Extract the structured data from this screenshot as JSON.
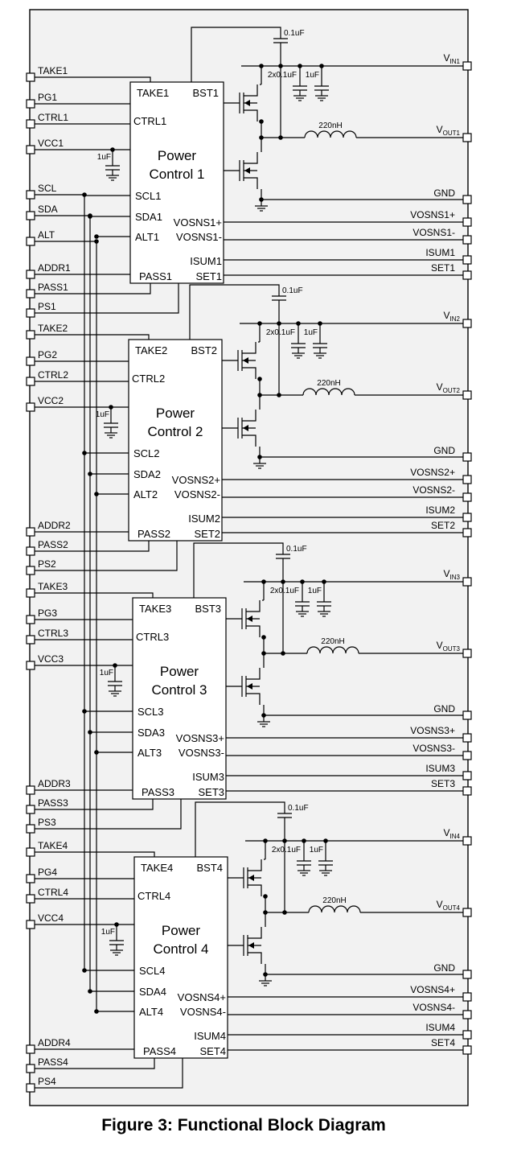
{
  "figure_caption": "Figure 3: Functional Block Diagram",
  "colors": {
    "background": "#f2f2f2",
    "line": "#000000",
    "block_fill": "#ffffff",
    "page": "#ffffff"
  },
  "icons": [
    "pin-box-icon",
    "junction-dot-icon",
    "capacitor-icon",
    "inductor-icon",
    "mosfet-icon",
    "ground-icon"
  ],
  "bus_labels": [
    "SCL",
    "SDA",
    "ALT"
  ],
  "component_values": {
    "boot_cap": "0.1uF",
    "input_caps": "2x0.1uF",
    "input_cap_single": "1uF",
    "vcc_cap": "1uF",
    "inductor": "220nH"
  },
  "channels": [
    {
      "n": "1",
      "block_title_line1": "Power",
      "block_title_line2": "Control 1",
      "ext": {
        "take": "TAKE1",
        "pg": "PG1",
        "ctrl": "CTRL1",
        "vcc": "VCC1",
        "addr": "ADDR1",
        "pass": "PASS1",
        "ps": "PS1"
      },
      "pins": {
        "take": "TAKE1",
        "bst": "BST1",
        "ctrl": "CTRL1",
        "scl": "SCL1",
        "sda": "SDA1",
        "alt": "ALT1",
        "vosnsp": "VOSNS1+",
        "vosnsm": "VOSNS1-",
        "isum": "ISUM1",
        "set": "SET1",
        "pass": "PASS1"
      },
      "out": {
        "vin": "V",
        "vin_sub": "IN1",
        "vout": "V",
        "vout_sub": "OUT1",
        "gnd": "GND",
        "vosnsp": "VOSNS1+",
        "vosnsm": "VOSNS1-",
        "isum": "ISUM1",
        "set": "SET1"
      }
    },
    {
      "n": "2",
      "block_title_line1": "Power",
      "block_title_line2": "Control 2",
      "ext": {
        "take": "TAKE2",
        "pg": "PG2",
        "ctrl": "CTRL2",
        "vcc": "VCC2",
        "addr": "ADDR2",
        "pass": "PASS2",
        "ps": "PS2"
      },
      "pins": {
        "take": "TAKE2",
        "bst": "BST2",
        "ctrl": "CTRL2",
        "scl": "SCL2",
        "sda": "SDA2",
        "alt": "ALT2",
        "vosnsp": "VOSNS2+",
        "vosnsm": "VOSNS2-",
        "isum": "ISUM2",
        "set": "SET2",
        "pass": "PASS2"
      },
      "out": {
        "vin": "V",
        "vin_sub": "IN2",
        "vout": "V",
        "vout_sub": "OUT2",
        "gnd": "GND",
        "vosnsp": "VOSNS2+",
        "vosnsm": "VOSNS2-",
        "isum": "ISUM2",
        "set": "SET2"
      }
    },
    {
      "n": "3",
      "block_title_line1": "Power",
      "block_title_line2": "Control 3",
      "ext": {
        "take": "TAKE3",
        "pg": "PG3",
        "ctrl": "CTRL3",
        "vcc": "VCC3",
        "addr": "ADDR3",
        "pass": "PASS3",
        "ps": "PS3"
      },
      "pins": {
        "take": "TAKE3",
        "bst": "BST3",
        "ctrl": "CTRL3",
        "scl": "SCL3",
        "sda": "SDA3",
        "alt": "ALT3",
        "vosnsp": "VOSNS3+",
        "vosnsm": "VOSNS3-",
        "isum": "ISUM3",
        "set": "SET3",
        "pass": "PASS3"
      },
      "out": {
        "vin": "V",
        "vin_sub": "IN3",
        "vout": "V",
        "vout_sub": "OUT3",
        "gnd": "GND",
        "vosnsp": "VOSNS3+",
        "vosnsm": "VOSNS3-",
        "isum": "ISUM3",
        "set": "SET3"
      }
    },
    {
      "n": "4",
      "block_title_line1": "Power",
      "block_title_line2": "Control 4",
      "ext": {
        "take": "TAKE4",
        "pg": "PG4",
        "ctrl": "CTRL4",
        "vcc": "VCC4",
        "addr": "ADDR4",
        "pass": "PASS4",
        "ps": "PS4"
      },
      "pins": {
        "take": "TAKE4",
        "bst": "BST4",
        "ctrl": "CTRL4",
        "scl": "SCL4",
        "sda": "SDA4",
        "alt": "ALT4",
        "vosnsp": "VOSNS4+",
        "vosnsm": "VOSNS4-",
        "isum": "ISUM4",
        "set": "SET4",
        "pass": "PASS4"
      },
      "out": {
        "vin": "V",
        "vin_sub": "IN4",
        "vout": "V",
        "vout_sub": "OUT4",
        "gnd": "GND",
        "vosnsp": "VOSNS4+",
        "vosnsm": "VOSNS4-",
        "isum": "ISUM4",
        "set": "SET4"
      }
    }
  ]
}
